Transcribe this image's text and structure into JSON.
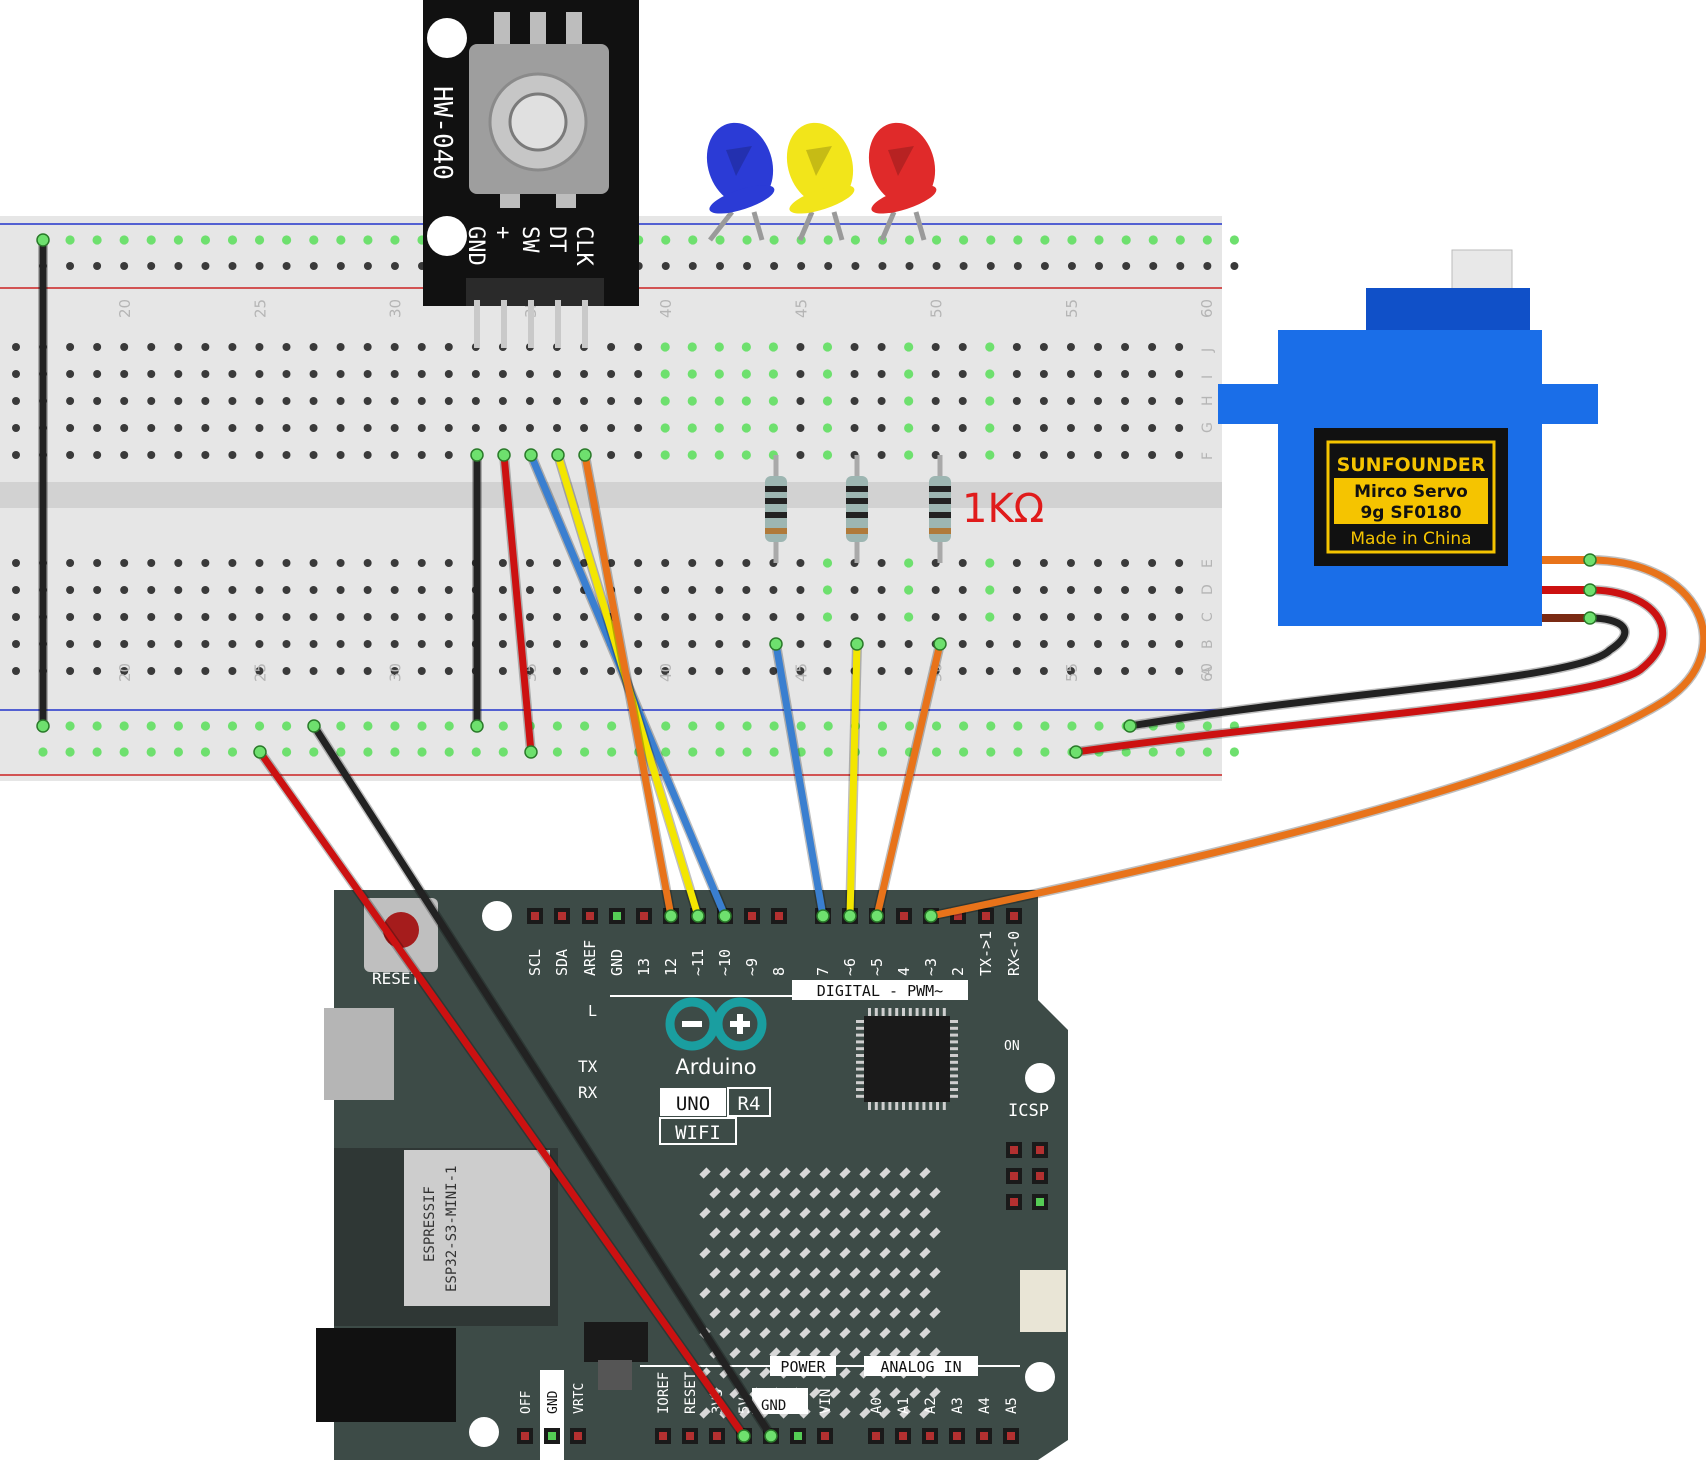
{
  "breadboard": {
    "column_numbers": [
      "20",
      "25",
      "30",
      "35",
      "40",
      "45",
      "50",
      "55",
      "60"
    ],
    "row_letters_top": [
      "J",
      "I",
      "H",
      "G",
      "F"
    ],
    "row_letters_bottom": [
      "E",
      "D",
      "C",
      "B",
      "A"
    ]
  },
  "encoder": {
    "model": "HW-040",
    "pins": [
      "GND",
      "+",
      "SW",
      "DT",
      "CLK"
    ]
  },
  "resistor_label": "1KΩ",
  "servo": {
    "brand": "SUNFOUNDER",
    "line1": "Mirco Servo",
    "line2": "9g SF0180",
    "line3": "Made in China"
  },
  "arduino": {
    "brand": "Arduino",
    "model_a": "UNO",
    "model_b": "R4",
    "model_c": "WIFI",
    "reset_label": "RESET",
    "digital_label": "DIGITAL - PWM~",
    "top_pins": [
      "SCL",
      "SDA",
      "AREF",
      "GND",
      "13",
      "12",
      "~11",
      "~10",
      "~9",
      "8",
      "7",
      "~6",
      "~5",
      "4",
      "~3",
      "2",
      "TX->1",
      "RX<-0"
    ],
    "power_label": "POWER",
    "analog_label": "ANALOG IN",
    "power_pins": [
      "IOREF",
      "RESET",
      "3V3",
      "5V",
      "GND",
      "GND",
      "VIN"
    ],
    "analog_pins": [
      "A0",
      "A1",
      "A2",
      "A3",
      "A4",
      "A5"
    ],
    "left_pins": [
      "OFF",
      "GND",
      "VRTC"
    ],
    "module_brand": "ESPRESSIF",
    "module_model": "ESP32-S3-MINI-1",
    "icsp_label": "ICSP",
    "tx_label": "TX",
    "rx_label": "RX",
    "l_label": "L",
    "on_label": "ON"
  },
  "colors": {
    "board": "#3d4b47",
    "wire_black": "#222222",
    "wire_red": "#cc1111",
    "wire_blue": "#3a7fd0",
    "wire_yellow": "#f3e600",
    "wire_orange": "#e8731a",
    "servo_blue": "#1a6ee8",
    "led_blue": "#2b3bd6",
    "led_yellow": "#f2e51a",
    "led_red": "#e02a2a"
  }
}
